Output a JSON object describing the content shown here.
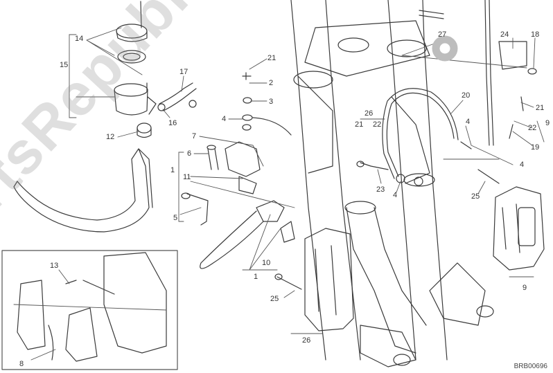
{
  "diagram": {
    "code": "BRB00696",
    "watermark": "PartsRepublik",
    "callouts": [
      {
        "id": "c14",
        "text": "14"
      },
      {
        "id": "c15",
        "text": "15"
      },
      {
        "id": "c12",
        "text": "12"
      },
      {
        "id": "c16",
        "text": "16"
      },
      {
        "id": "c17",
        "text": "17"
      },
      {
        "id": "c21a",
        "text": "21"
      },
      {
        "id": "c2",
        "text": "2"
      },
      {
        "id": "c3",
        "text": "3"
      },
      {
        "id": "c4a",
        "text": "4"
      },
      {
        "id": "c7",
        "text": "7"
      },
      {
        "id": "c6",
        "text": "6"
      },
      {
        "id": "c1a",
        "text": "1"
      },
      {
        "id": "c11",
        "text": "11"
      },
      {
        "id": "c5",
        "text": "5"
      },
      {
        "id": "c10",
        "text": "10"
      },
      {
        "id": "c1b",
        "text": "1"
      },
      {
        "id": "c26a",
        "text": "26"
      },
      {
        "id": "c21b",
        "text": "21"
      },
      {
        "id": "c22a",
        "text": "22"
      },
      {
        "id": "c20",
        "text": "20"
      },
      {
        "id": "c27",
        "text": "27"
      },
      {
        "id": "c24",
        "text": "24"
      },
      {
        "id": "c18",
        "text": "18"
      },
      {
        "id": "c21c",
        "text": "21"
      },
      {
        "id": "c22b",
        "text": "22"
      },
      {
        "id": "c9a",
        "text": "9"
      },
      {
        "id": "c19",
        "text": "19"
      },
      {
        "id": "c4b",
        "text": "4"
      },
      {
        "id": "c4c",
        "text": "4"
      },
      {
        "id": "c23",
        "text": "23"
      },
      {
        "id": "c4d",
        "text": "4"
      },
      {
        "id": "c25a",
        "text": "25"
      },
      {
        "id": "c9b",
        "text": "9"
      },
      {
        "id": "c25b",
        "text": "25"
      },
      {
        "id": "c26b",
        "text": "26"
      },
      {
        "id": "c13",
        "text": "13"
      },
      {
        "id": "c8",
        "text": "8"
      }
    ]
  }
}
